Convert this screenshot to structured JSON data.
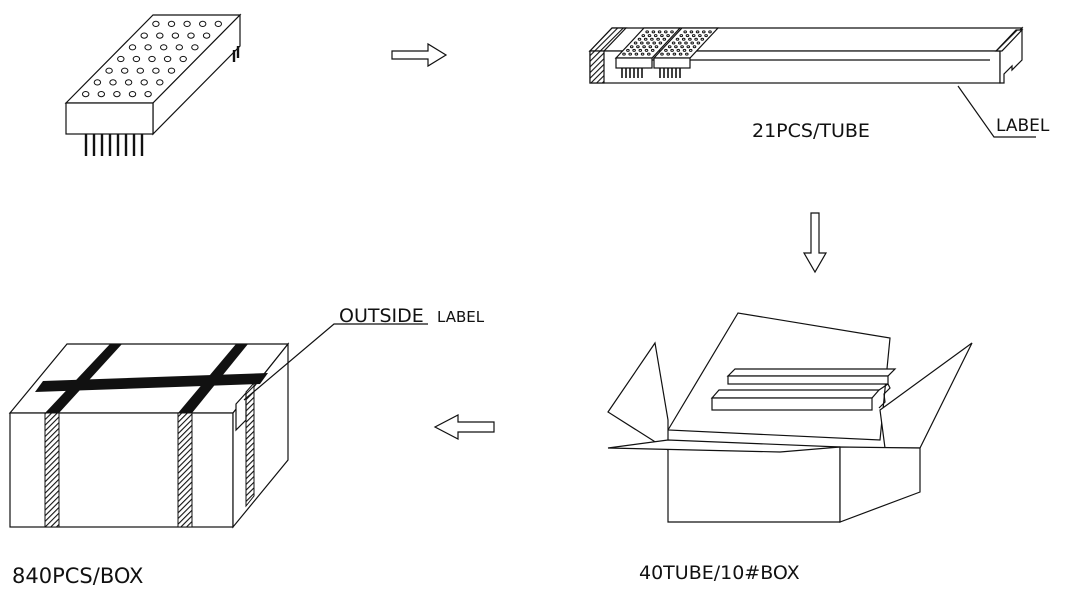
{
  "labels": {
    "tube_capacity": "21PCS/TUBE",
    "tube_label": "LABEL",
    "outside_label_main": "OUTSIDE",
    "outside_label_sub": "LABEL",
    "box_tubes": "40TUBE/10#BOX",
    "box_capacity": "840PCS/BOX"
  },
  "colors": {
    "line": "#111111",
    "background": "#ffffff"
  },
  "icons": {
    "flow_right": "arrow-right-icon",
    "flow_down": "arrow-down-icon",
    "flow_left": "arrow-left-icon"
  }
}
